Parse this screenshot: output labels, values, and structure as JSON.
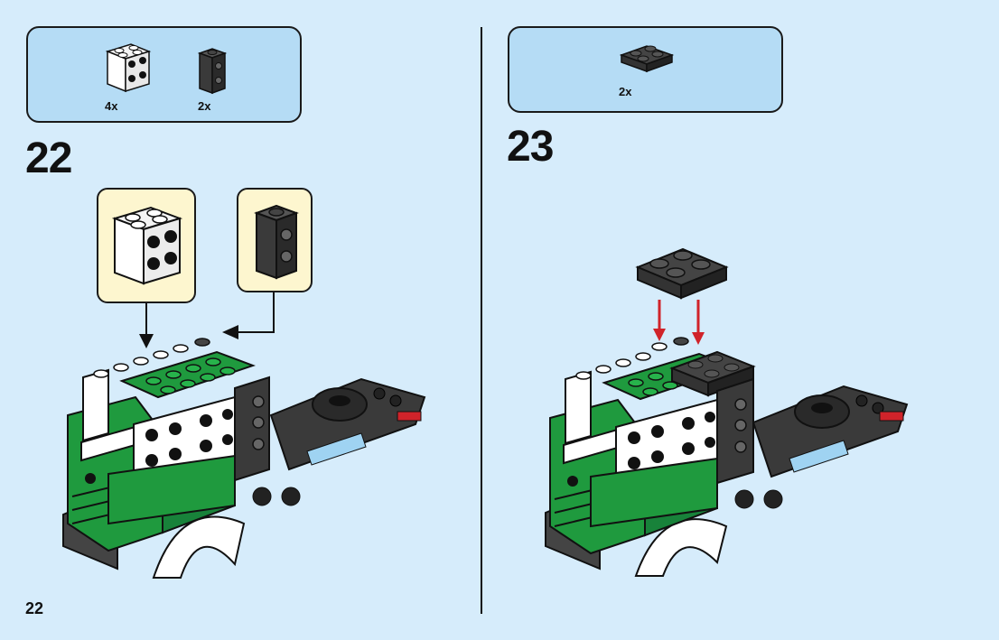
{
  "page_number": "22",
  "steps": [
    {
      "number": "22",
      "parts": [
        {
          "name": "white 2x2 brick with side studs",
          "quantity": "4x"
        },
        {
          "name": "black 1x1 brick with side studs",
          "quantity": "2x"
        }
      ]
    },
    {
      "number": "23",
      "parts": [
        {
          "name": "black 2x2 plate",
          "quantity": "2x"
        }
      ]
    }
  ],
  "colors": {
    "background": "#d6ecfb",
    "parts_box": "#b5dcf5",
    "callout": "#fdf6cf",
    "green": "#1f9a3e",
    "arrow_red": "#d0232a"
  }
}
